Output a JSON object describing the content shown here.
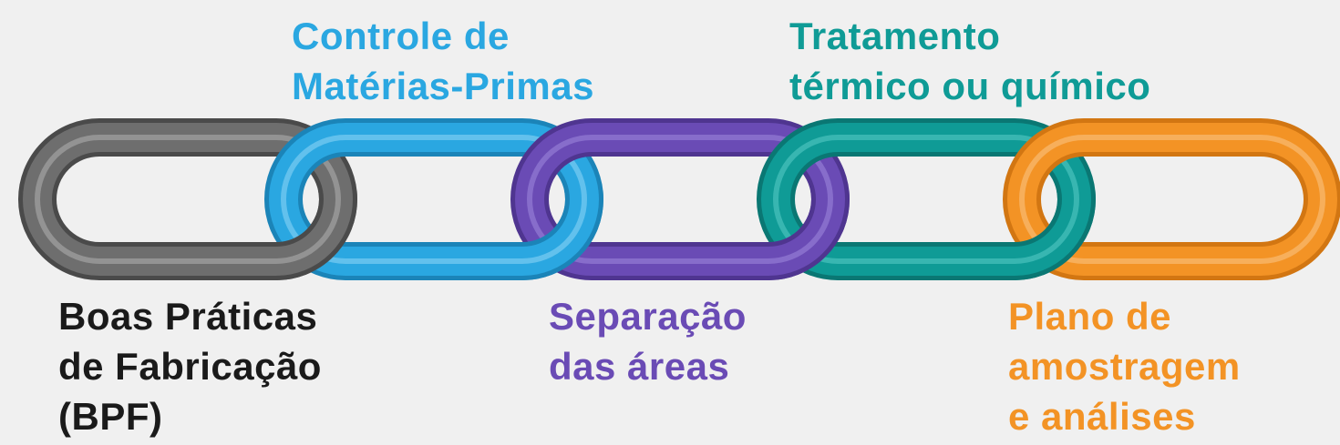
{
  "colors": {
    "background": "#f0f0f0",
    "gray": "#6e6e6e",
    "blue": "#2aa7e1",
    "purple": "#6a4bb5",
    "teal": "#0f9b96",
    "orange": "#f39325",
    "text_dark": "#1a1a1a"
  },
  "links": [
    {
      "name": "gray",
      "color": "#6e6e6e",
      "highlight": "#9a9a9a",
      "shadow": "#4a4a4a"
    },
    {
      "name": "blue",
      "color": "#2aa7e1",
      "highlight": "#6cc6ef",
      "shadow": "#1b84b8"
    },
    {
      "name": "purple",
      "color": "#6a4bb5",
      "highlight": "#8c73cf",
      "shadow": "#4f3590"
    },
    {
      "name": "teal",
      "color": "#0f9b96",
      "highlight": "#3fbbb6",
      "shadow": "#0a7773"
    },
    {
      "name": "orange",
      "color": "#f39325",
      "highlight": "#f7b465",
      "shadow": "#d27612"
    }
  ],
  "labels": {
    "materias_primas": {
      "lines": [
        "Controle de",
        "Matérias-Primas"
      ],
      "color": "#2aa7e1"
    },
    "tratamento": {
      "lines": [
        "Tratamento",
        "térmico ou químico"
      ],
      "color": "#0f9b96"
    },
    "bpf": {
      "lines": [
        "Boas Práticas",
        "de Fabricação",
        "(BPF)"
      ],
      "color": "#1a1a1a"
    },
    "separacao": {
      "lines": [
        "Separação",
        "das áreas"
      ],
      "color": "#6a4bb5"
    },
    "amostragem": {
      "lines": [
        "Plano de",
        "amostragem",
        "e análises"
      ],
      "color": "#f39325"
    }
  }
}
